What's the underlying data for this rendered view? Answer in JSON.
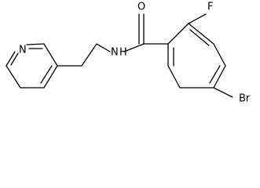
{
  "molecule": {
    "atoms": {
      "oxygen": "O",
      "fluorine": "F",
      "amide_nitrogen": "N",
      "amide_hydrogen": "H",
      "pyridine_nitrogen": "N",
      "bromine": "Br"
    }
  }
}
